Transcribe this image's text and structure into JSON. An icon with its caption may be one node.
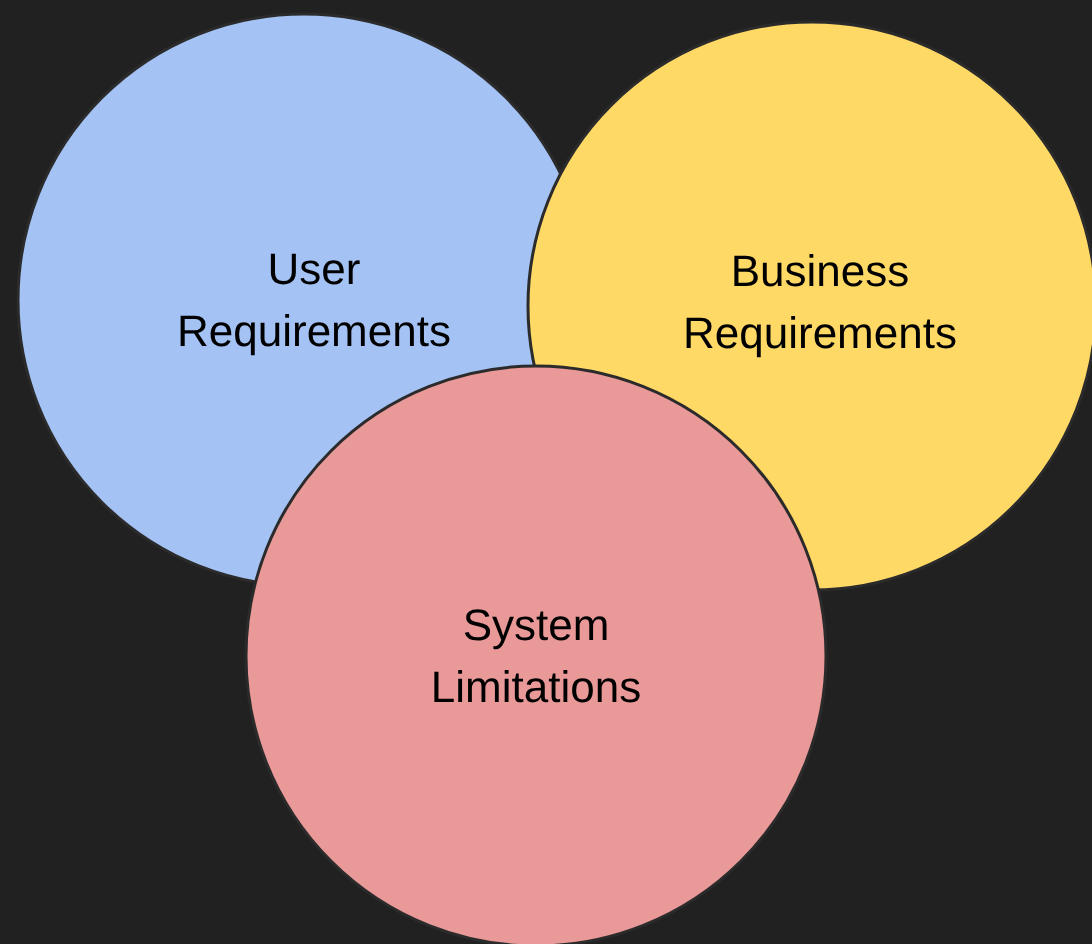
{
  "diagram": {
    "nodes": [
      {
        "text": [
          "User Requirements"
        ]
      },
      {
        "text": [
          "Business Requirements"
        ]
      },
      {
        "text": [
          "System Limitations"
        ]
      }
    ]
  }
}
